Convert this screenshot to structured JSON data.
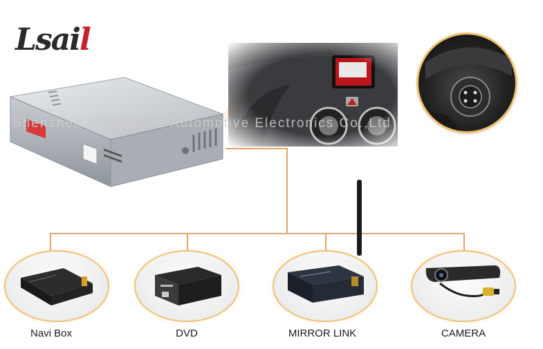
{
  "logo": {
    "text_prefix": "Lsai",
    "text_suffix": "l"
  },
  "watermark": "Shenzhen Xinsongxia Automotive Electronics Co.,Ltd",
  "items": [
    {
      "label": "Navi Box",
      "icon": "navi-box-icon"
    },
    {
      "label": "DVD",
      "icon": "dvd-player-icon"
    },
    {
      "label": "MIRROR LINK",
      "icon": "mirror-link-box-icon"
    },
    {
      "label": "CAMERA",
      "icon": "camera-icon"
    }
  ],
  "colors": {
    "connector": "#e3a468",
    "accent_orange": "#f29a1c",
    "oval_border": "#f0c070"
  }
}
